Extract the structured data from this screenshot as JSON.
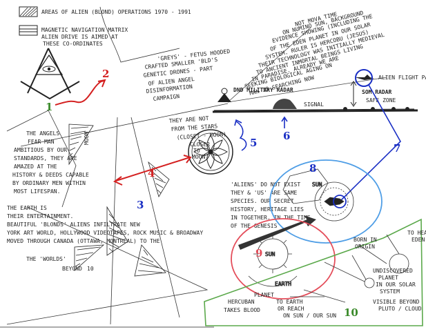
{
  "legend": {
    "item1": "AREAS OF ALIEN (BLOND) OPERATIONS 1970 - 1991",
    "item2_line1": "MAGNETIC NAVIGATION MATRIX",
    "item2_line2": "ALIEN DRIVE IS AIMED AT",
    "item2_line3": "THESE CO-ORDINATES"
  },
  "top_right_note": [
    "NOT MOVA TIME",
    "ON NUMINO SUN, BACKGROUND",
    "EVIDENCE SHOWING (INCLUDING THE",
    "OF THE EDEN PLANET IN OUR SOLAR",
    "SYSTEM. RULER IS HERCOBU (JESUS)",
    "THEIR TECHNOLOGY WAS INITIALLY MEDIEVAL",
    "TO ANCIENT INMORTAL BEINGS LIVING",
    "IN PARADISE. ALREADY WE ARE",
    "SEEKING BIOLOGICAL AGING ON",
    "MAN IS SEARCHING NOW"
  ],
  "greys_note": [
    "'GREYS' - FETUS HOODED",
    "CRAFTED SMALLER 'BLD'S",
    "GENETIC DRONES - PART",
    "OF ALIEN ANGEL",
    "DISINFORMATION",
    "CAMPAIGN"
  ],
  "radar_label": "DND MILITARY RADAR",
  "alien_flight_path": "ALIEN FLIGHT PATH",
  "som_radar": "SOM RADAR",
  "safe_zone": "SAFE ZONE",
  "signal": "SIGNAL",
  "not_from_stars": [
    "THEY ARE NOT",
    "FROM THE STARS",
    "(CLOSET - MOON)"
  ],
  "closer_moon": [
    "CLOSER",
    "TO",
    "MOON"
  ],
  "angels_note": [
    "THE ANGELS",
    "FEAR MAN",
    "AMBITIOUS BY OUR",
    "STANDARDS, THEY ARE",
    "AMAZED AT THE",
    "HISTORY & DEEDS CAPABLE",
    "BY ORDINARY MEN WITHIN",
    "MOST LIFESPAN."
  ],
  "aliens_note": [
    "'ALIENS' DO NOT EXIST",
    "THEY & 'US' ARE SAME",
    "SPECIES. OUR SECRET",
    "HISTORY, HERITAGE LIES",
    "IN TOGETHER. IN THE TIME",
    "OF THE GENESIS"
  ],
  "earth_note": [
    "THE EARTH IS",
    "THEIR ENTERTAINMENT.",
    "BEAUTIFUL 'BLONDS' ALIENS INFILTRATE NEW",
    "YORK ART WORLD, HOLLYWOOD VIDEOTAPES, ROCK MUSIC & BROADWAY",
    "MOVED THROUGH CANADA (OTTAWA, MONTREAL) TO THE",
    "THE 'WORLDS'"
  ],
  "beyond_label": "BEYOND",
  "beyond_number": "10",
  "earth_label": "EARTH",
  "moon_label": "MOON",
  "sun_label": "SUN",
  "eden_right": [
    "TO HEAVEN",
    "EDEN"
  ],
  "born_in_origin": [
    "BORN IN",
    "ORIGIN"
  ],
  "undiscovered": [
    "UNDISCOVERED",
    "PLANET",
    "IN OUR SOLAR",
    "SYSTEM"
  ],
  "visible_beyond": [
    "VISIBLE BEYOND",
    "PLUTO / CLOUD"
  ],
  "hercubon_note": [
    "HERCUBAN",
    "TAKES BLOOD"
  ],
  "planet_note": [
    "PLANET",
    "TO EARTH",
    "OR REACH",
    "ON SUN / OUR SUN"
  ],
  "numbers": {
    "n1": "1",
    "n2": "2",
    "n3": "3",
    "n4": "4",
    "n5": "5",
    "n6": "6",
    "n7": "7",
    "n8": "8",
    "n9": "9",
    "n10": "10"
  },
  "colors": {
    "ink": "#222222",
    "green": "#3a8a2a",
    "red": "#d42020",
    "blue": "#1a2fc4",
    "lightblue": "#4f9ee6",
    "pink": "#e44d5a",
    "boxgreen": "#5aa84a"
  }
}
